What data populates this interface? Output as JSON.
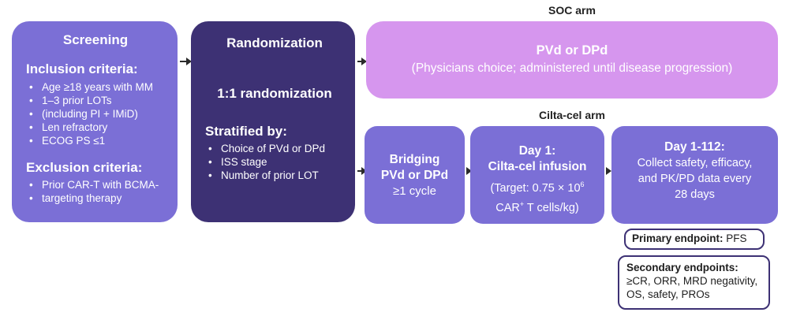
{
  "screening": {
    "title": "Screening",
    "inclusion_title": "Inclusion criteria:",
    "inclusion_items": [
      "Age ≥18 years with MM",
      "1–3 prior LOTs",
      "(including PI + IMiD)",
      "Len refractory",
      "ECOG PS ≤1"
    ],
    "exclusion_title": "Exclusion criteria:",
    "exclusion_items": [
      "Prior CAR-T with BCMA-",
      "targeting therapy"
    ]
  },
  "randomization": {
    "title": "Randomization",
    "ratio": "1:1 randomization",
    "stratified_title": "Stratified by:",
    "stratified_items": [
      "Choice of PVd or DPd",
      "ISS stage",
      "Number of prior LOT"
    ]
  },
  "soc_arm": {
    "label": "SOC arm",
    "title": "PVd or DPd",
    "subtitle": "(Physicians choice; administered until disease progression)"
  },
  "cilta_arm": {
    "label": "Cilta-cel arm",
    "bridging": {
      "line1": "Bridging",
      "line2": "PVd or DPd",
      "line3": "≥1 cycle"
    },
    "day1": {
      "line1": "Day 1:",
      "line2": "Cilta-cel infusion",
      "line3_pre": "(Target: 0.75 × 10",
      "line3_sup": "6",
      "line4_pre": "CAR",
      "line4_sup": "+",
      "line4_post": " T cells/kg)"
    },
    "day112": {
      "line1": "Day 1-112:",
      "line2": "Collect safety, efficacy,",
      "line3": "and PK/PD data every",
      "line4": "28 days"
    }
  },
  "primary_endpoint": {
    "label": "Primary endpoint:",
    "value": "PFS"
  },
  "secondary_endpoints": {
    "label": "Secondary endpoints:",
    "line1": "≥CR, ORR, MRD negativity,",
    "line2": "OS, safety, PROs"
  },
  "colors": {
    "box_mid": "#7b6fd6",
    "box_dark": "#3d3174",
    "box_pink": "#d696ee",
    "arrow": "#2b2b2b"
  }
}
